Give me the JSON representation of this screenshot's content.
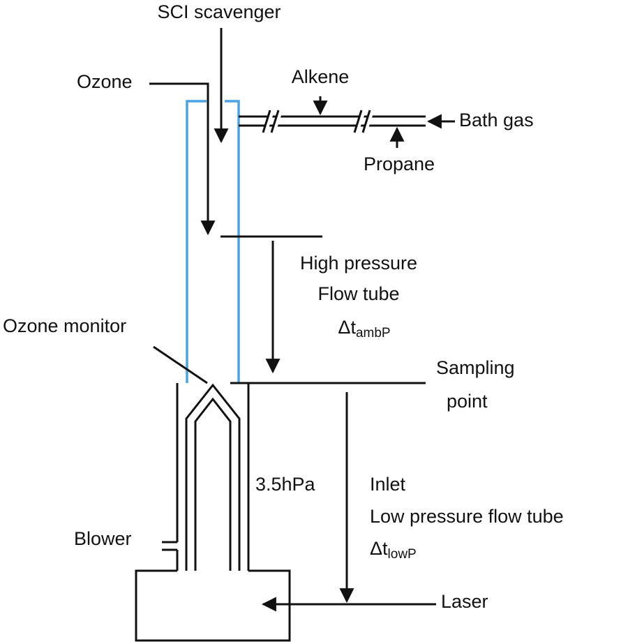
{
  "colors": {
    "line": "#111111",
    "high_pressure_tube": "#4ba3e3",
    "background": "#ffffff"
  },
  "labels": {
    "sci_scavenger": "SCI scavenger",
    "ozone": "Ozone",
    "alkene": "Alkene",
    "bath_gas": "Bath gas",
    "propane": "Propane",
    "high_pressure_line1": "High pressure",
    "high_pressure_line2": "Flow tube",
    "delta_t_amb": {
      "symbol": "Δt",
      "sub": "ambP"
    },
    "ozone_monitor": "Ozone monitor",
    "sampling_line1": "Sampling",
    "sampling_line2": "point",
    "pressure": "3.5hPa",
    "inlet": "Inlet",
    "low_pressure": "Low pressure flow tube",
    "delta_t_low": {
      "symbol": "Δt",
      "sub": "lowP"
    },
    "blower": "Blower",
    "laser": "Laser"
  }
}
